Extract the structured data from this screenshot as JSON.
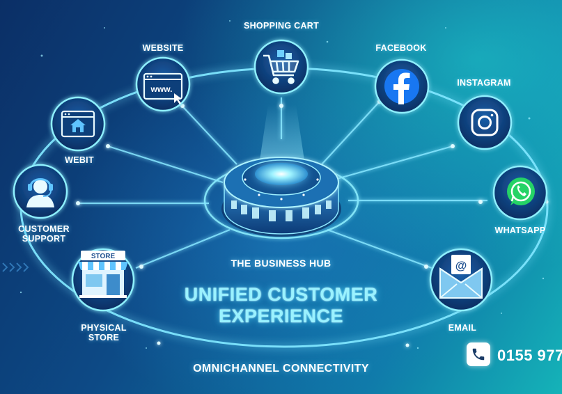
{
  "channels": {
    "shopping_cart": "SHOPPING CART",
    "website": "WEBSITE",
    "facebook": "FACEBOOK",
    "instagram": "INSTAGRAM",
    "webit": "WEBIT",
    "whatsapp": "WHATSAPP",
    "customer_support_line1": "CUSTOMER",
    "customer_support_line2": "SUPPORT",
    "physical_store_line1": "PHYSICAL",
    "physical_store_line2": "STORE",
    "email": "EMAIL"
  },
  "icon_text": {
    "www": "www.",
    "store_sign": "STORE",
    "at_sign": "@"
  },
  "hub": {
    "label": "THE BUSINESS HUB"
  },
  "headline": {
    "line1": "UNIFIED CUSTOMER",
    "line2": "EXPERIENCE"
  },
  "footer": {
    "text": "OMNICHANNEL CONNECTIVITY",
    "phone": "0155 977"
  },
  "colors": {
    "glow": "#5fd6ff",
    "ring": "#7fe6ff",
    "node_fill": "#0d3f7a",
    "facebook_blue": "#1877f2",
    "whatsapp_green": "#25d366",
    "headline": "#9af2ff"
  },
  "icons": [
    "shopping-cart-icon",
    "browser-www-icon",
    "facebook-icon",
    "instagram-icon",
    "home-page-icon",
    "whatsapp-icon",
    "headset-agent-icon",
    "storefront-icon",
    "envelope-icon",
    "phone-icon"
  ]
}
